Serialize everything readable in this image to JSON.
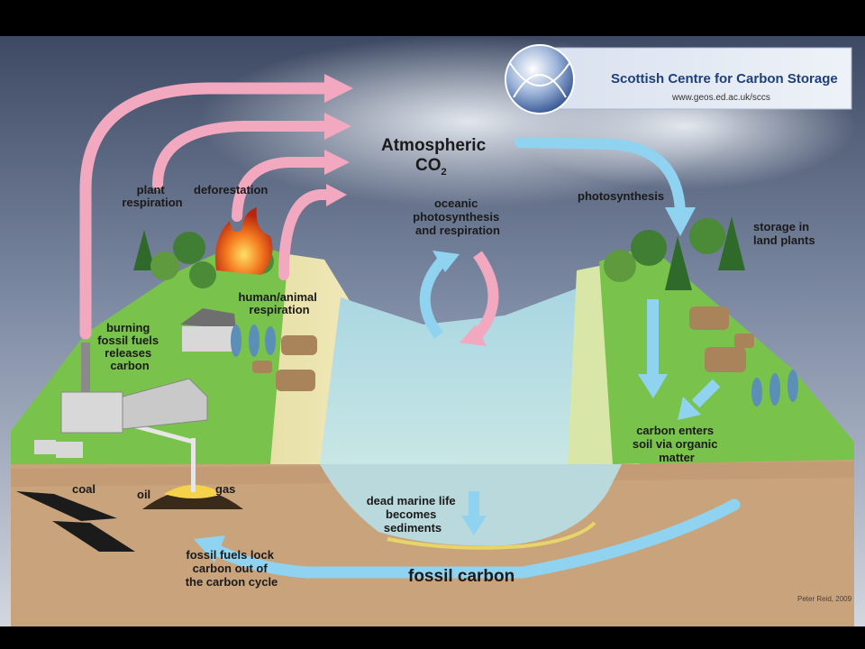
{
  "banner": {
    "title": "Scottish Centre for Carbon Storage",
    "url": "www.geos.ed.ac.uk/sccs"
  },
  "labels": {
    "atmospheric": "Atmospheric",
    "co2": "CO",
    "co2_sub": "2",
    "plant_respiration": [
      "plant",
      "respiration"
    ],
    "deforestation": "deforestation",
    "human_animal_respiration": [
      "human/animal",
      "respiration"
    ],
    "burning_fossil_fuels": [
      "burning",
      "fossil fuels",
      "releases",
      "carbon"
    ],
    "oceanic": [
      "oceanic",
      "photosynthesis",
      "and respiration"
    ],
    "photosynthesis": "photosynthesis",
    "storage_in_land_plants": [
      "storage in",
      "land plants"
    ],
    "carbon_enters_soil": [
      "carbon enters",
      "soil via organic",
      "matter"
    ],
    "coal": "coal",
    "oil": "oil",
    "gas": "gas",
    "dead_marine_life": [
      "dead marine life",
      "becomes",
      "sediments"
    ],
    "fossil_fuels_lock": [
      "fossil fuels lock",
      "carbon out of",
      "the carbon cycle"
    ],
    "fossil_carbon": "fossil carbon",
    "credit": "Peter Reid, 2009"
  },
  "colors": {
    "release_arrow": "#f2a9bf",
    "uptake_arrow": "#8fd3f0",
    "land": "#78c24a",
    "soil": "#c8a27c",
    "water": "#b7dde6",
    "sky_top": "#5a6a86",
    "sky_bottom": "#c9d0da"
  }
}
